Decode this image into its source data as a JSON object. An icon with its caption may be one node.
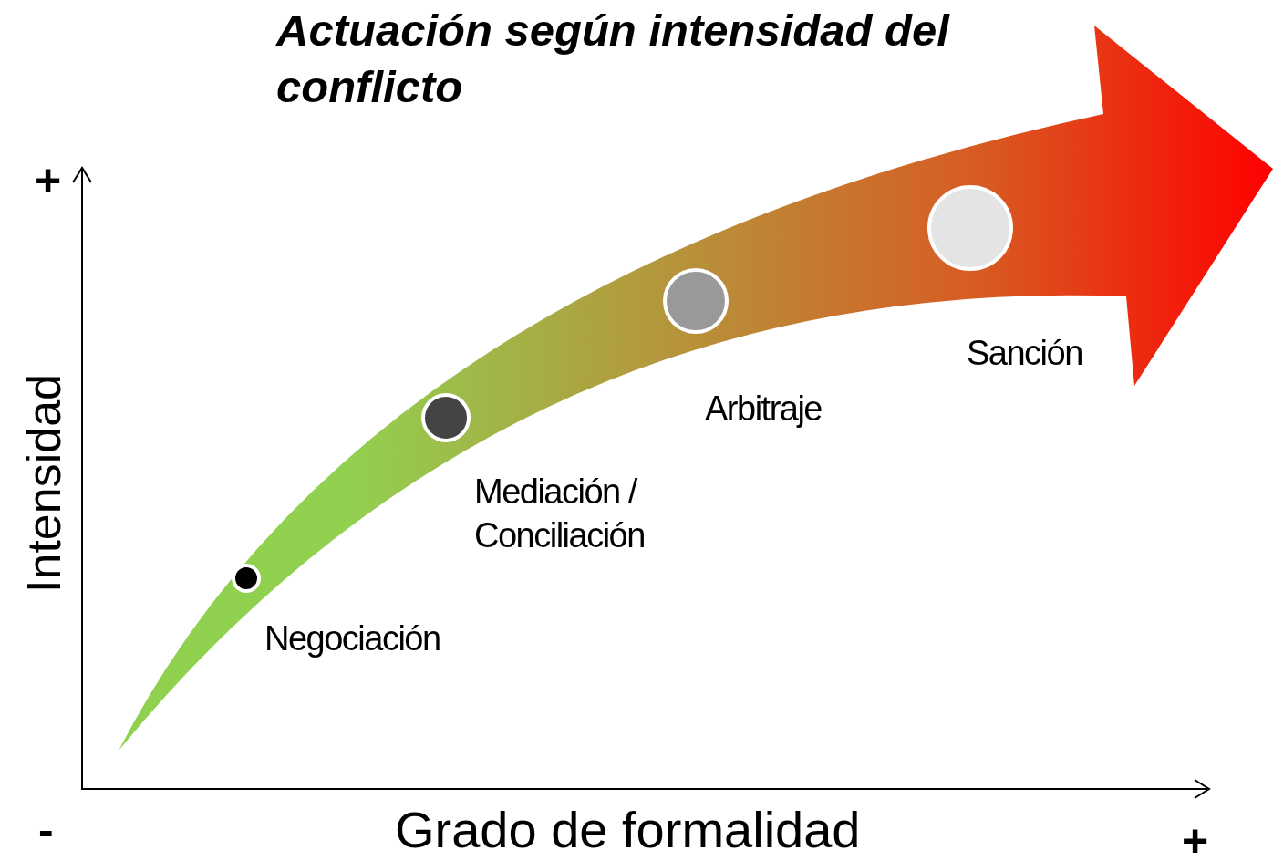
{
  "diagram": {
    "title": "Actuación según intensidad del conflicto",
    "nodes": [
      {
        "text": [],
        "shape": "circle",
        "beside": [
          "Negociación"
        ]
      },
      {
        "text": [],
        "shape": "circle",
        "beside": [
          "Mediación / Conciliación"
        ]
      },
      {
        "text": [],
        "shape": "circle",
        "beside": [
          "Arbitraje"
        ]
      },
      {
        "text": [],
        "shape": "circle",
        "beside": [
          "Sanción"
        ]
      }
    ],
    "labels": [
      "+",
      "Intensidad",
      "-",
      "Grado de formalidad",
      "+"
    ]
  }
}
